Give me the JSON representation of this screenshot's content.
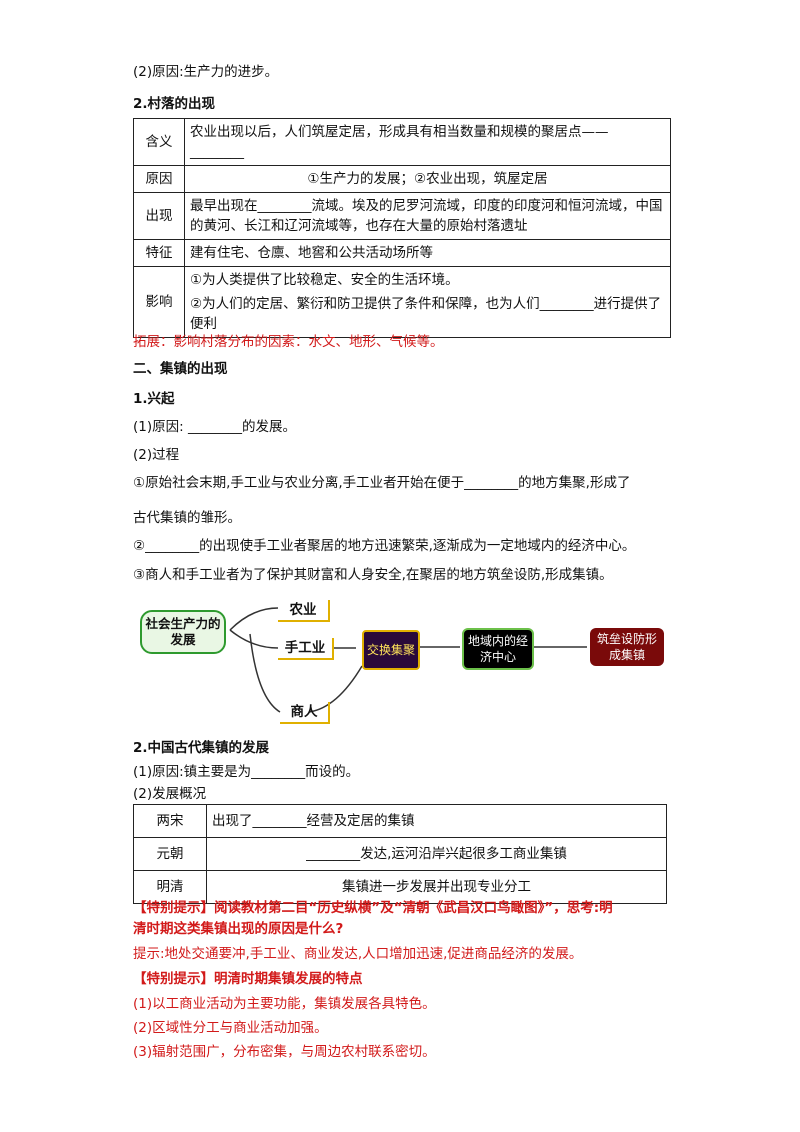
{
  "line1": "(2)原因:生产力的进步。",
  "sec_cunluo_title": "2.村落的出现",
  "table1": {
    "rows": [
      {
        "label": "含义",
        "text": "农业出现以后，人们筑屋定居，形成具有相当数量和规模的聚居点——"
      },
      {
        "label": "原因",
        "text": "①生产力的发展；②农业出现，筑屋定居"
      },
      {
        "label": "出现",
        "text": "最早出现在________流域。埃及的尼罗河流域，印度的印度河和恒河流域，中国的黄河、长江和辽河流域等，也存在大量的原始村落遗址"
      },
      {
        "label": "特征",
        "text": "建有住宅、仓廪、地窖和公共活动场所等"
      },
      {
        "label": "影响",
        "text1": "①为人类提供了比较稳定、安全的生活环境。",
        "text2": "②为人们的定居、繁衍和防卫提供了条件和保障，也为人们________进行提供了便利"
      }
    ],
    "blank1": "________"
  },
  "expand_note": "拓展：影响村落分布的因素：水文、地形、气候等。",
  "sec2_title": "二、集镇的出现",
  "xingqi_title": "1.兴起",
  "xingqi_reason": "(1)原因: ________的发展。",
  "xingqi_process": "(2)过程",
  "process1a": "①原始社会末期,手工业与农业分离,手工业者开始在便于________的地方集聚,形成了",
  "process1b": "古代集镇的雏形。",
  "process2": "②________的出现使手工业者聚居的地方迅速繁荣,逐渐成为一定地域内的经济中心。",
  "process3": "③商人和手工业者为了保护其财富和人身安全,在聚居的地方筑垒设防,形成集镇。",
  "diagram": {
    "n1": "社会生产力的发展",
    "n2": "农业",
    "n3": "手工业",
    "n4": "商人",
    "n5": "交换集聚",
    "n6": "地域内的经济中心",
    "n7": "筑垒设防形成集镇"
  },
  "china_title": "2.中国古代集镇的发展",
  "china_reason": "(1)原因:镇主要是为________而设的。",
  "china_overview": "(2)发展概况",
  "table2": {
    "rows": [
      {
        "label": "两宋",
        "text": "出现了________经营及定居的集镇"
      },
      {
        "label": "元朝",
        "text": "________发达,运河沿岸兴起很多工商业集镇"
      },
      {
        "label": "明清",
        "text": "集镇进一步发展并出现专业分工"
      }
    ]
  },
  "tip1a": "【特别提示】阅读教材第二目“历史纵横”及“清朝《武昌汉口鸟瞰图》”，思考:明",
  "tip1b": "清时期这类集镇出现的原因是什么?",
  "tip1_answer": "提示:地处交通要冲,手工业、商业发达,人口增加迅速,促进商品经济的发展。",
  "tip2": "【特别提示】明清时期集镇发展的特点",
  "feat1": "(1)以工商业活动为主要功能，集镇发展各具特色。",
  "feat2": "(2)区域性分工与商业活动加强。",
  "feat3": "(3)辐射范围广，分布密集，与周边农村联系密切。",
  "colors": {
    "red": "#d21a1a",
    "green_border": "#2e9a2e",
    "dark_purple": "#2a0a3a",
    "black_node": "#000000",
    "dark_red": "#7a0a0a"
  }
}
